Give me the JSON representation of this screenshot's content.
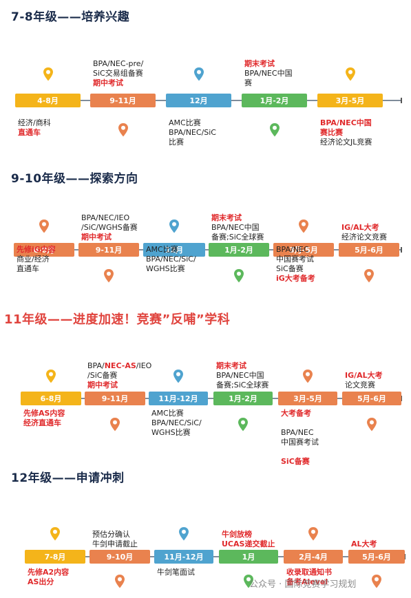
{
  "colors": {
    "yellow": "#f4b41a",
    "orange": "#e9824e",
    "blue": "#4fa3cf",
    "green": "#5cb85c",
    "red": "#e0292b",
    "title": "#1a2b4a",
    "red_title": "#e0443e"
  },
  "sections": [
    {
      "title": "7-8年级——培养兴趣",
      "red_title": false,
      "stages": [
        {
          "label": "4-8月",
          "color": "yellow",
          "pin": "up",
          "below": [
            [
              {
                "t": "经济/商科",
                "c": "k"
              }
            ],
            [
              {
                "t": "直通车",
                "c": "r"
              }
            ]
          ],
          "above": []
        },
        {
          "label": "9-11月",
          "color": "orange",
          "pin": "down",
          "above": [
            [
              {
                "t": "BPA/NEC-pre/",
                "c": "k"
              }
            ],
            [
              {
                "t": "SiC交易组备赛",
                "c": "k"
              }
            ],
            [
              {
                "t": "期中考试",
                "c": "r"
              }
            ]
          ],
          "below": []
        },
        {
          "label": "12月",
          "color": "blue",
          "pin": "up",
          "below": [
            [
              {
                "t": "AMC比赛",
                "c": "k"
              }
            ],
            [
              {
                "t": "BPA/NEC/SiC",
                "c": "k"
              }
            ],
            [
              {
                "t": "比赛",
                "c": "k"
              }
            ]
          ],
          "above": []
        },
        {
          "label": "1月-2月",
          "color": "green",
          "pin": "down",
          "above": [
            [
              {
                "t": "期末考试",
                "c": "r"
              }
            ],
            [
              {
                "t": "BPA/NEC中国",
                "c": "k"
              }
            ],
            [
              {
                "t": "赛",
                "c": "k"
              }
            ]
          ],
          "below": []
        },
        {
          "label": "3月-5月",
          "color": "yellow",
          "pin": "up",
          "below": [
            [
              {
                "t": "BPA/NEC中国",
                "c": "r"
              }
            ],
            [
              {
                "t": "赛比赛",
                "c": "r"
              }
            ],
            [
              {
                "t": "经济论文JL竞赛",
                "c": "k"
              }
            ]
          ],
          "above": []
        }
      ]
    },
    {
      "title": "9-10年级——探索方向",
      "red_title": false,
      "stages": [
        {
          "label": "6-8月",
          "color": "orange",
          "pin": "up",
          "below": [
            [
              {
                "t": "先修iG内容",
                "c": "r"
              }
            ],
            [
              {
                "t": "商业/经济",
                "c": "k"
              }
            ],
            [
              {
                "t": "直通车",
                "c": "k"
              }
            ]
          ],
          "above": []
        },
        {
          "label": "9-11月",
          "color": "orange",
          "pin": "down",
          "above": [
            [
              {
                "t": "BPA/NEC/IEO",
                "c": "k"
              }
            ],
            [
              {
                "t": "/SiC/WGHS备赛",
                "c": "k"
              }
            ],
            [
              {
                "t": "期中考试",
                "c": "r"
              }
            ]
          ],
          "below": []
        },
        {
          "label": "12月",
          "color": "blue",
          "pin": "up",
          "below": [
            [
              {
                "t": "AMC比赛",
                "c": "k"
              }
            ],
            [
              {
                "t": "BPA/NEC/SiC/",
                "c": "k"
              }
            ],
            [
              {
                "t": "WGHS比赛",
                "c": "k"
              }
            ]
          ],
          "above": []
        },
        {
          "label": "1月-2月",
          "color": "green",
          "pin": "down",
          "above": [
            [
              {
                "t": "期末考试",
                "c": "r"
              }
            ],
            [
              {
                "t": "BPA/NEC中国",
                "c": "k"
              }
            ],
            [
              {
                "t": "备赛;SiC全球赛",
                "c": "k"
              }
            ]
          ],
          "below": []
        },
        {
          "label": "3月-5月",
          "color": "orange",
          "pin": "up",
          "below": [
            [
              {
                "t": "BPA/NEC",
                "c": "k"
              }
            ],
            [
              {
                "t": "中国赛考试",
                "c": "k"
              }
            ],
            [
              {
                "t": "SiC备赛",
                "c": "k"
              }
            ],
            [
              {
                "t": "iG大考备考",
                "c": "r"
              }
            ]
          ],
          "above": []
        },
        {
          "label": "5月-6月",
          "color": "orange",
          "pin": "down",
          "above": [
            [
              {
                "t": "IG/AL大考",
                "c": "r"
              }
            ],
            [
              {
                "t": "经济论文竞赛",
                "c": "k"
              }
            ]
          ],
          "below": []
        }
      ]
    },
    {
      "title": "11年级——进度加速！竞赛”反哺”学科",
      "red_title": true,
      "stages": [
        {
          "label": "6-8月",
          "color": "yellow",
          "pin": "up",
          "below": [
            [
              {
                "t": "先修AS内容",
                "c": "r"
              }
            ],
            [
              {
                "t": "经济直通车",
                "c": "r"
              }
            ]
          ],
          "above": []
        },
        {
          "label": "9-11月",
          "color": "orange",
          "pin": "down",
          "above": [
            [
              {
                "t": "BPA/",
                "c": "k"
              },
              {
                "t": "NEC-AS",
                "c": "r"
              },
              {
                "t": "/IEO",
                "c": "k"
              }
            ],
            [
              {
                "t": "/SiC备赛",
                "c": "k"
              }
            ],
            [
              {
                "t": "期中考试",
                "c": "r"
              }
            ]
          ],
          "below": []
        },
        {
          "label": "11月-12月",
          "color": "blue",
          "pin": "up",
          "below": [
            [
              {
                "t": "AMC比赛",
                "c": "k"
              }
            ],
            [
              {
                "t": "BPA/NEC/SiC/",
                "c": "k"
              }
            ],
            [
              {
                "t": "WGHS比赛",
                "c": "k"
              }
            ]
          ],
          "above": []
        },
        {
          "label": "1月-2月",
          "color": "green",
          "pin": "down",
          "above": [
            [
              {
                "t": "期末考试",
                "c": "r"
              }
            ],
            [
              {
                "t": "BPA/NEC中国",
                "c": "k"
              }
            ],
            [
              {
                "t": "备赛;SiC全球赛",
                "c": "k"
              }
            ]
          ],
          "below": []
        },
        {
          "label": "3月-5月",
          "color": "orange",
          "pin": "up",
          "below": [
            [
              {
                "t": "大考备考",
                "c": "r"
              }
            ],
            [
              {
                "t": "",
                "c": "k"
              }
            ],
            [
              {
                "t": "BPA/NEC",
                "c": "k"
              }
            ],
            [
              {
                "t": "中国赛考试",
                "c": "k"
              }
            ],
            [
              {
                "t": "",
                "c": "k"
              }
            ],
            [
              {
                "t": "SiC备赛",
                "c": "r"
              }
            ]
          ],
          "above": []
        },
        {
          "label": "5月-6月",
          "color": "orange",
          "pin": "down",
          "above": [
            [
              {
                "t": "IG/AL大考",
                "c": "r"
              }
            ],
            [
              {
                "t": "论文竞赛",
                "c": "k"
              }
            ]
          ],
          "below": []
        }
      ]
    },
    {
      "title": "12年级——申请冲刺",
      "red_title": false,
      "stages": [
        {
          "label": "7-8月",
          "color": "yellow",
          "pin": "up",
          "below": [
            [
              {
                "t": "先修A2内容",
                "c": "r"
              }
            ],
            [
              {
                "t": "AS出分",
                "c": "r"
              }
            ]
          ],
          "above": []
        },
        {
          "label": "9-10月",
          "color": "orange",
          "pin": "down",
          "above": [
            [
              {
                "t": "预估分确认",
                "c": "k"
              }
            ],
            [
              {
                "t": "牛剑申请截止",
                "c": "k"
              }
            ]
          ],
          "below": []
        },
        {
          "label": "11月-12月",
          "color": "blue",
          "pin": "up",
          "below": [
            [
              {
                "t": "牛剑笔面试",
                "c": "k"
              }
            ]
          ],
          "above": []
        },
        {
          "label": "1月",
          "color": "green",
          "pin": "down",
          "above": [
            [
              {
                "t": "牛剑放榜",
                "c": "r"
              }
            ],
            [
              {
                "t": "UCAS递交截止",
                "c": "r"
              }
            ]
          ],
          "below": []
        },
        {
          "label": "2月-4月",
          "color": "orange",
          "pin": "up",
          "below": [
            [
              {
                "t": "收录取通知书",
                "c": "r"
              }
            ],
            [
              {
                "t": "备考Alevel",
                "c": "r"
              }
            ]
          ],
          "above": []
        },
        {
          "label": "5月-6月",
          "color": "orange",
          "pin": "down",
          "above": [
            [
              {
                "t": "AL大考",
                "c": "r"
              }
            ]
          ],
          "below": []
        }
      ]
    }
  ],
  "watermark": "公众号 · 国际竞赛学习规划"
}
